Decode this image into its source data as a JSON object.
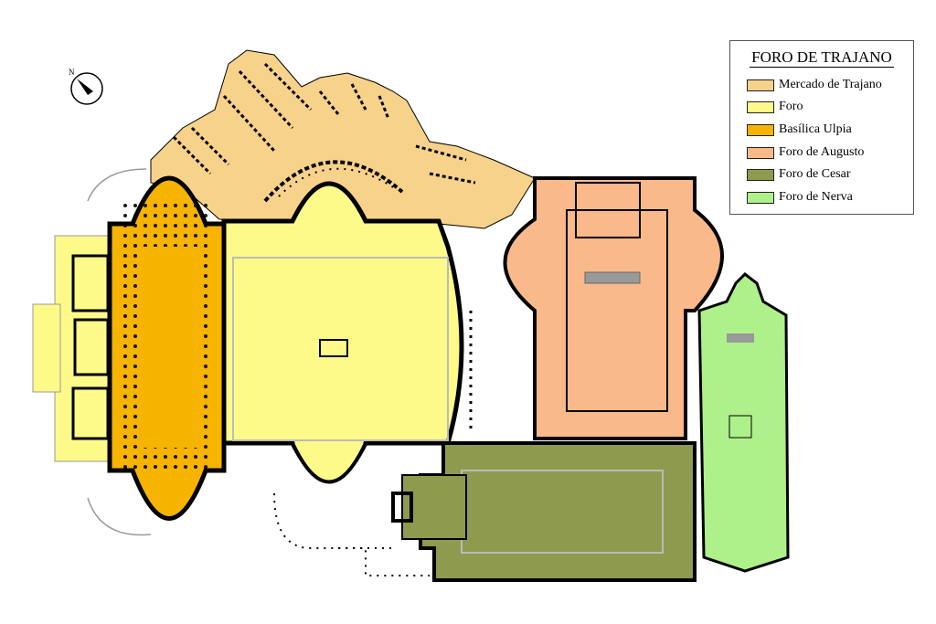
{
  "legend": {
    "title": "FORO DE TRAJANO",
    "items": [
      {
        "label": "Mercado de Trajano",
        "color": "#f7d28a"
      },
      {
        "label": "Foro",
        "color": "#fdfa8a"
      },
      {
        "label": "Basílica Ulpia",
        "color": "#f6b300"
      },
      {
        "label": "Foro de Augusto",
        "color": "#f9b98a"
      },
      {
        "label": "Foro de Cesar",
        "color": "#8e9b4e"
      },
      {
        "label": "Foro de Nerva",
        "color": "#aef08a"
      }
    ]
  },
  "compass": {
    "label": "N",
    "icon": "north-arrow-icon"
  }
}
